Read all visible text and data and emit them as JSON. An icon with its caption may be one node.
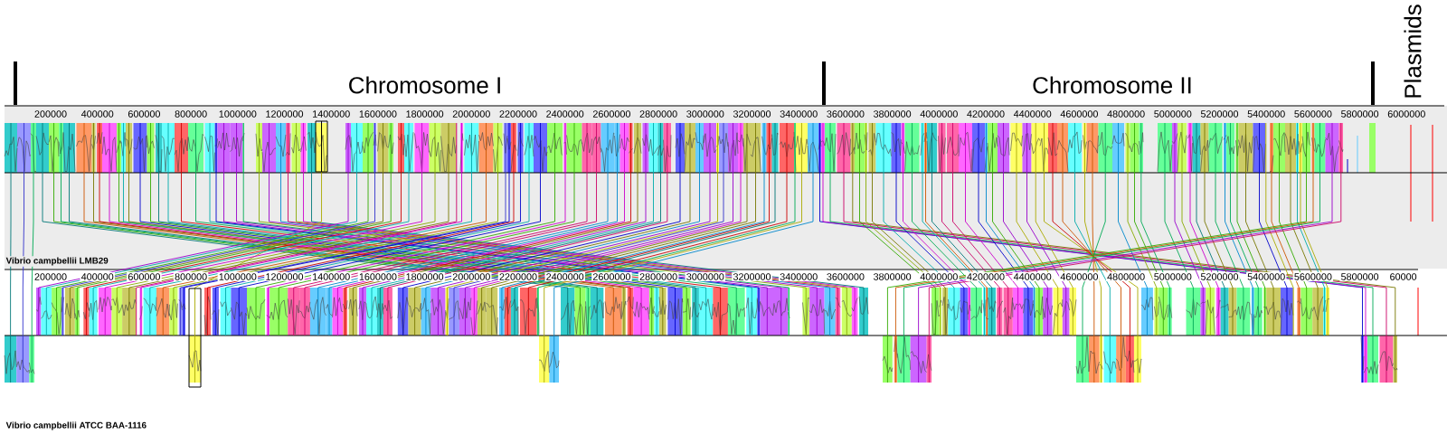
{
  "diagram": {
    "labels": [
      "Chromosome I",
      "Chromosome II",
      "Plasmids",
      "200000",
      "400000",
      "600000",
      "800000",
      "1000000",
      "1200000",
      "1400000",
      "1600000",
      "1800000",
      "2000000",
      "2200000",
      "2400000",
      "2600000",
      "2800000",
      "3000000",
      "3200000",
      "3400000",
      "3600000",
      "3800000",
      "4000000",
      "4200000",
      "4400000",
      "4600000",
      "4800000",
      "5000000",
      "5200000",
      "5400000",
      "5600000",
      "5800000",
      "6000000",
      "Vibrio campbellii LMB29",
      "200000",
      "400000",
      "600000",
      "800000",
      "1000000",
      "1200000",
      "1400000",
      "1600000",
      "1800000",
      "2000000",
      "2200000",
      "2400000",
      "2600000",
      "2800000",
      "3000000",
      "3200000",
      "3400000",
      "3600000",
      "3800000",
      "4000000",
      "4200000",
      "4400000",
      "4600000",
      "4800000",
      "5000000",
      "5200000",
      "5400000",
      "5600000",
      "5800000",
      "60000",
      "Vibrio campbellii ATCC BAA-1116"
    ]
  }
}
